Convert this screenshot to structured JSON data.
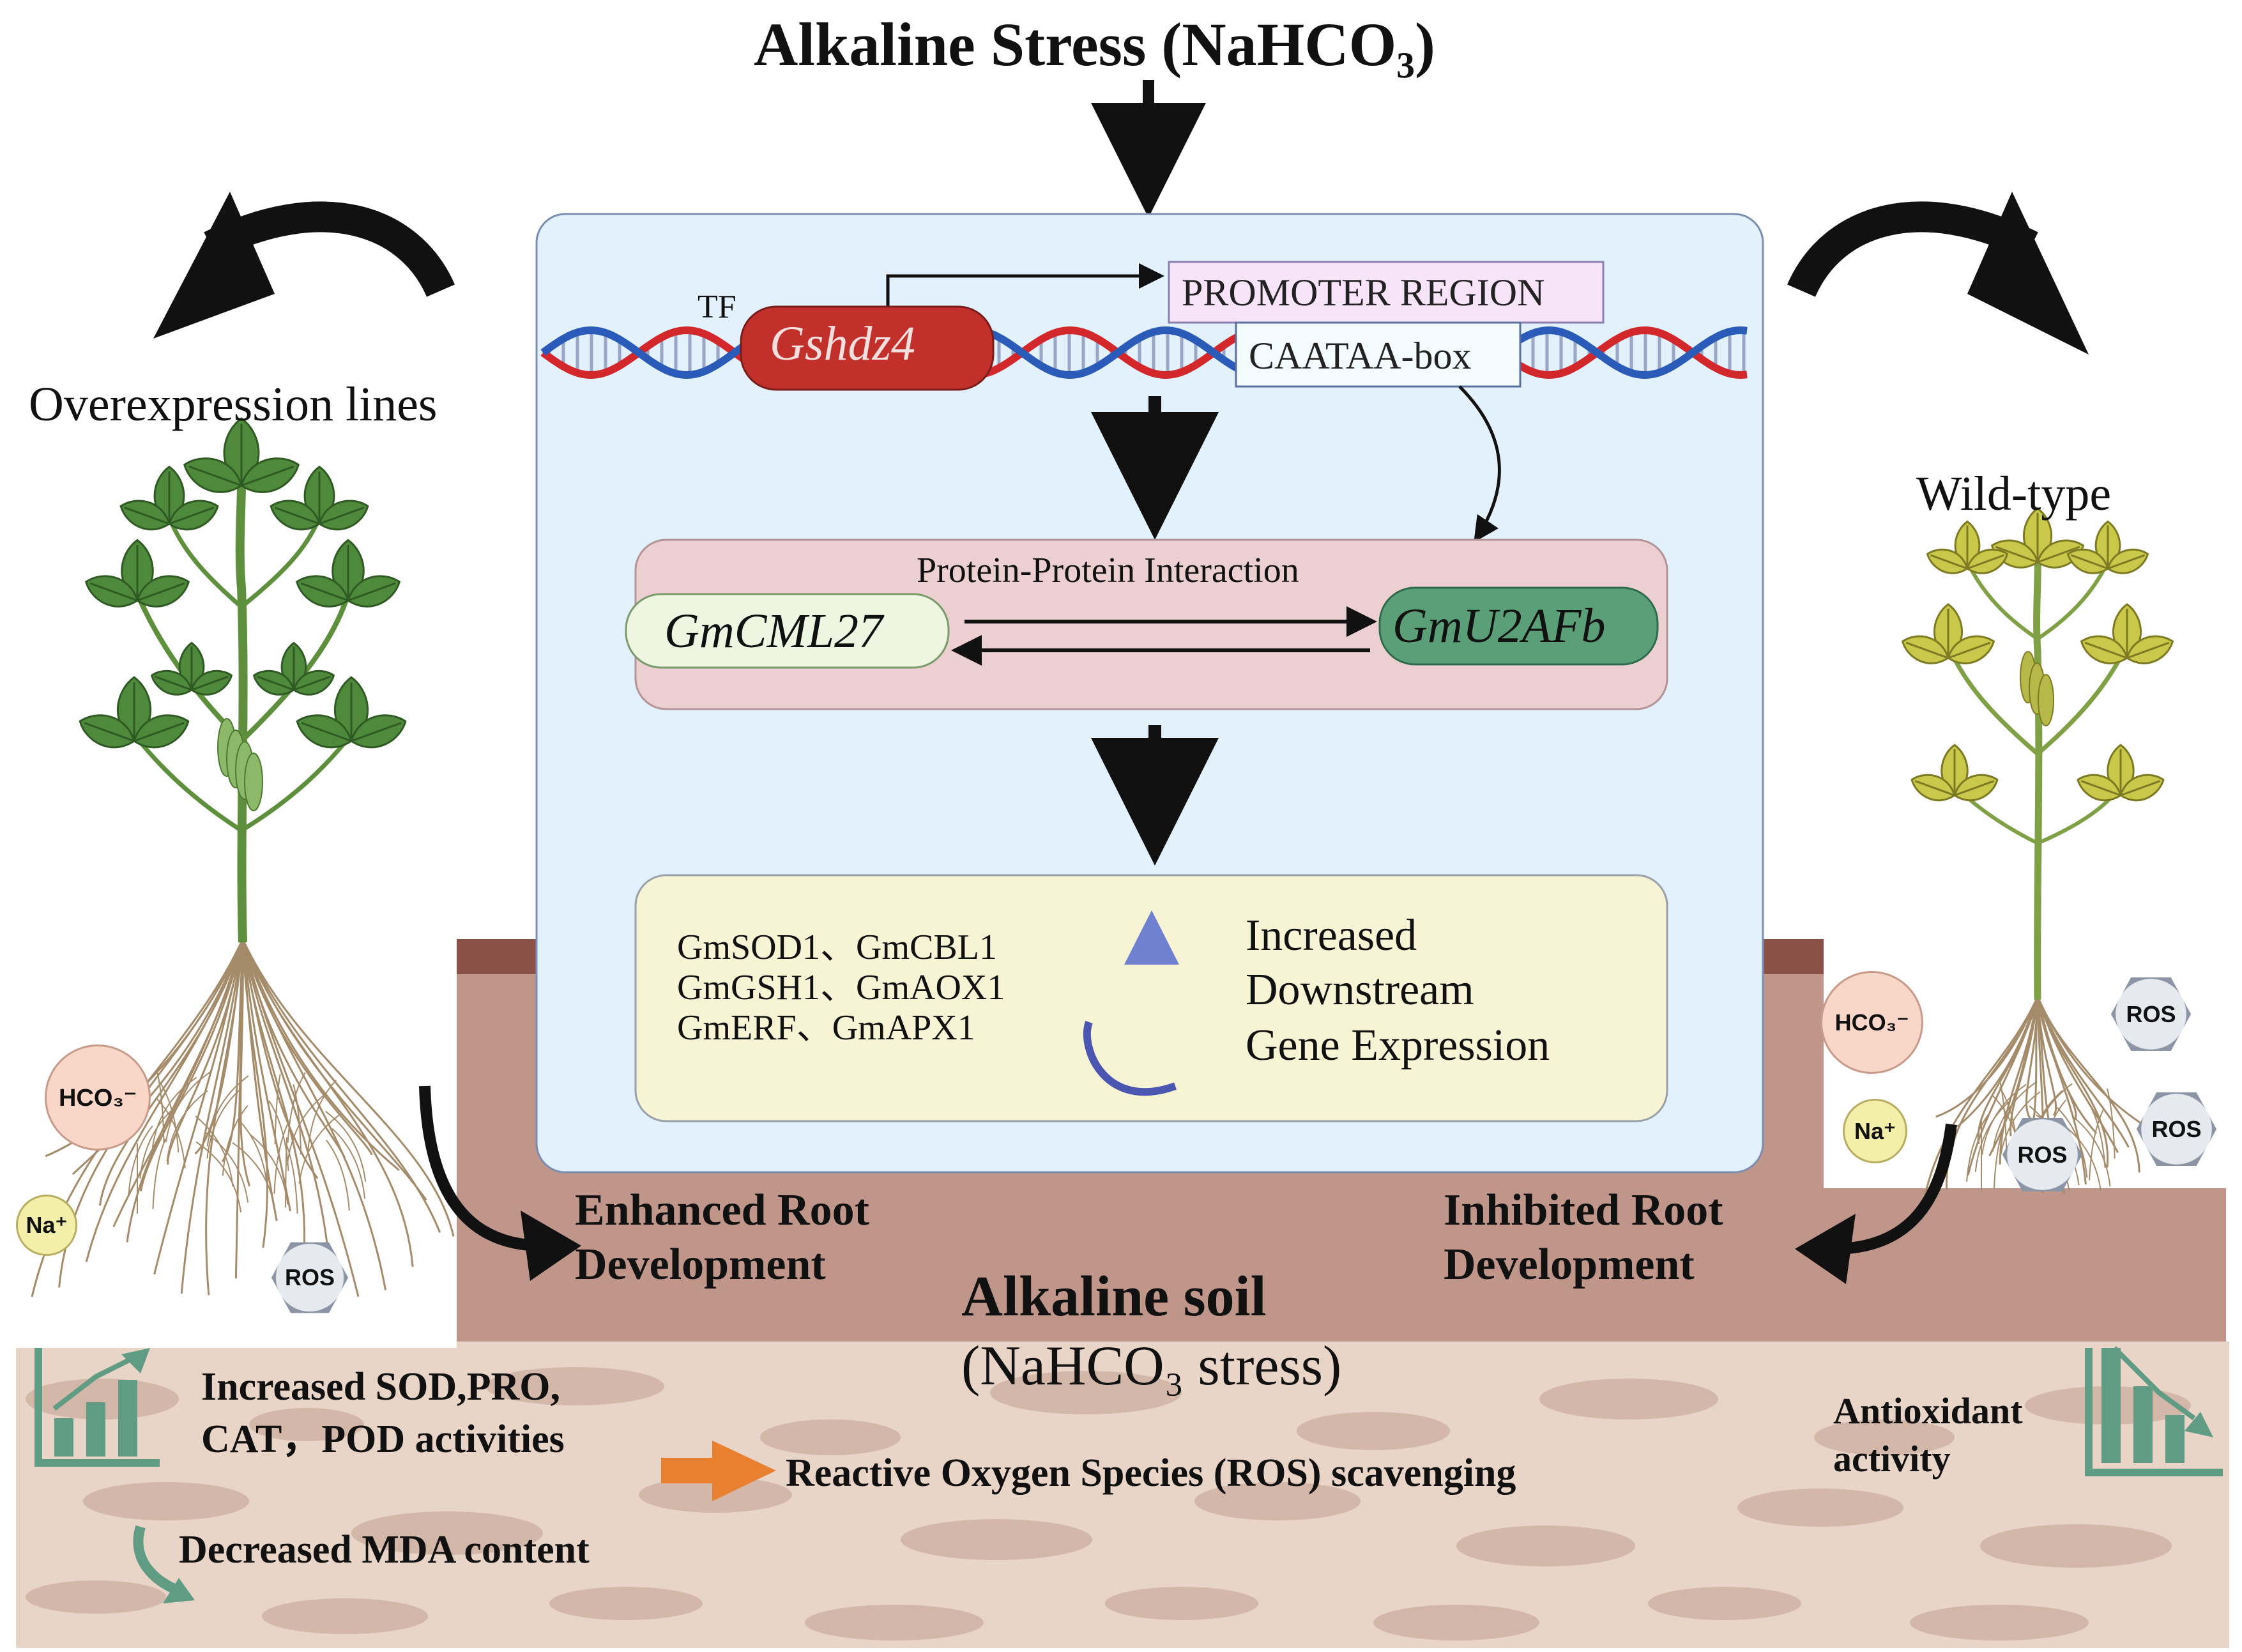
{
  "title": "Alkaline Stress (NaHCO₃)",
  "left_label": "Overexpression lines",
  "right_label": "Wild-type",
  "center": {
    "tf_label": "TF",
    "tf_gene": "Gshdz4",
    "promoter_label": "PROMOTER REGION",
    "box_label": "CAATAA-box",
    "ppi_title": "Protein-Protein Interaction",
    "gene_a": "GmCML27",
    "gene_b": "GmU2AFb",
    "downstream_genes": [
      "GmSOD1、GmCBL1",
      "GmGSH1、GmAOX1",
      "GmERF、GmAPX1"
    ],
    "increase_lines": [
      "Increased",
      "Downstream",
      "Gene Expression"
    ]
  },
  "soil": {
    "enhanced": [
      "Enhanced Root",
      "Development"
    ],
    "inhibited": [
      "Inhibited Root",
      "Development"
    ],
    "title": "Alkaline soil",
    "subtitle": "(NaHCO₃ stress)"
  },
  "bottom": {
    "increased_lines": [
      "Increased SOD,PRO,",
      "CAT，POD activities"
    ],
    "ros_scavenging": "Reactive Oxygen Species (ROS) scavenging",
    "decreased_mda": "Decreased MDA content",
    "antioxidant_lines": [
      "Antioxidant",
      "activity"
    ]
  },
  "ions": {
    "hco3": "HCO₃⁻",
    "na": "Na⁺",
    "ros": "ROS"
  },
  "colors": {
    "center_panel": "#e2f1fb",
    "ppi_box": "#ebcfd1",
    "downstream_box": "#f7f4d6",
    "gene_red": "#c2302c",
    "gene_green": "#5a9f78",
    "gene_light": "#eef5e0",
    "soil_dark": "#8a5148",
    "soil_mid": "#bf9689",
    "soil_light": "#e8d5c8",
    "ion_hco3": "#f8d7c8",
    "ion_na": "#f3eeaa",
    "ion_ros": "#e6e9ee",
    "arrow_orange": "#e8802f",
    "icon_green": "#5f9c83"
  }
}
